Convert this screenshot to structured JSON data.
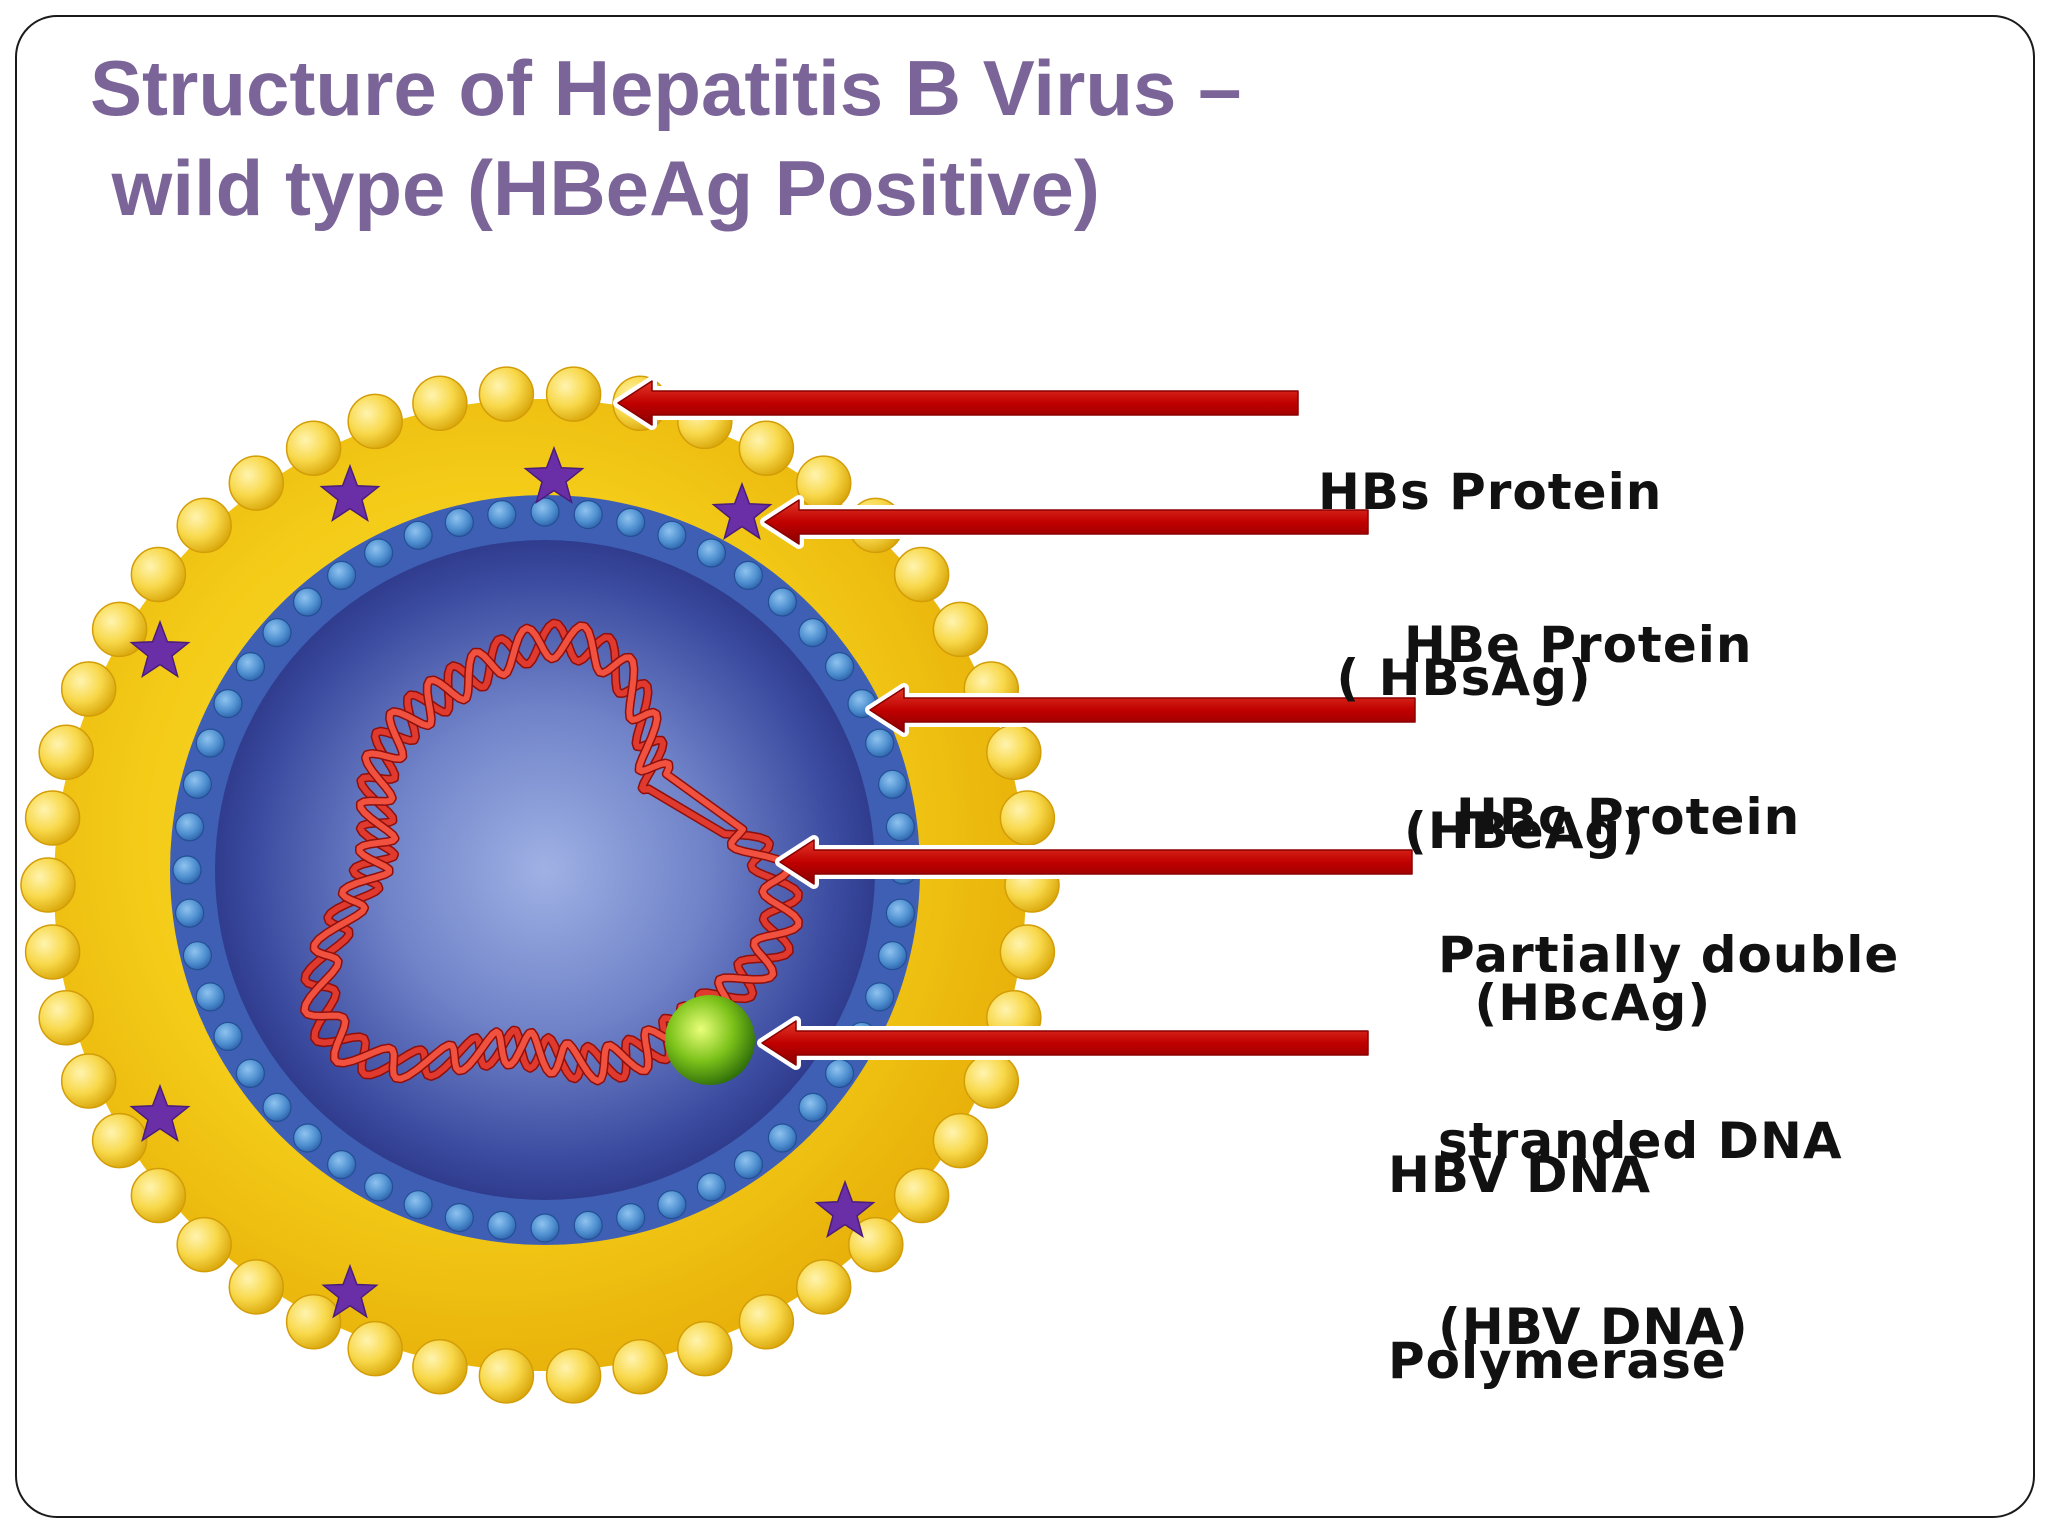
{
  "title": {
    "line1": "Structure of Hepatitis B Virus –",
    "line2": " wild type (HBeAg Positive)"
  },
  "labels": {
    "hbs": {
      "line1": "HBs Protein",
      "line2": " ( HBsAg)"
    },
    "hbe": {
      "line1": "HBe Protein",
      "line2": "(HBeAg)"
    },
    "hbc": {
      "line1": "HBc Protein",
      "line2": " (HBcAg)"
    },
    "dna": {
      "line1": "Partially double",
      "line2": "stranded DNA",
      "line3": "(HBV DNA)"
    },
    "polymerase": {
      "line1": "HBV DNA",
      "line2": "Polymerase"
    }
  },
  "colors": {
    "title": "#7b6498",
    "envelope": "#f2c200",
    "surface_sphere": "#f7d94a",
    "star": "#6a2fa6",
    "capsid_bead": "#4e8fd0",
    "core": "#2e3f97",
    "dna": "#d9241e",
    "polymerase": "#7cc21a",
    "arrow": "#c00000"
  },
  "icons": [
    "star-icon",
    "arrow-icon"
  ]
}
